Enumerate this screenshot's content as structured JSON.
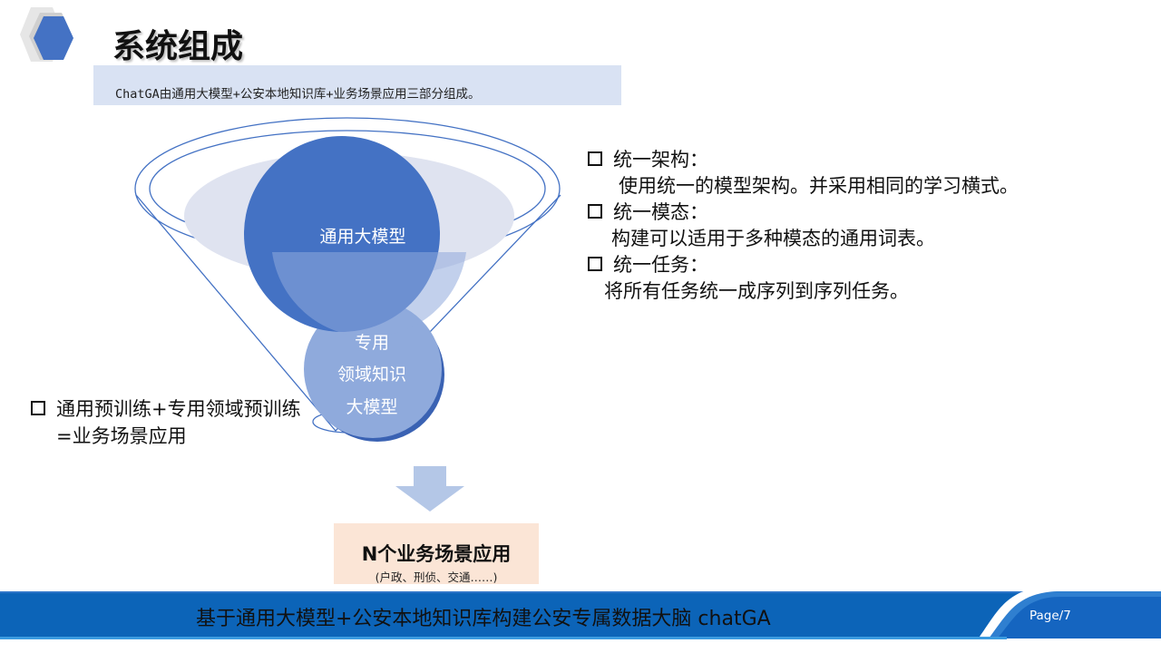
{
  "header": {
    "title": "系统组成",
    "subtitle": "ChatGA由通用大模型+公安本地知识库+业务场景应用三部分组成。"
  },
  "funnel": {
    "top_label": "通用大模型",
    "bottom_label_lines": [
      "专用",
      "领域知识",
      "大模型"
    ]
  },
  "right_list": [
    {
      "title": "统一架构：",
      "desc": "使用统一的模型架构。并采用相同的学习横式。"
    },
    {
      "title": "统一模态：",
      "desc": "构建可以适用于多种模态的通用词表。"
    },
    {
      "title": "统一任务：",
      "desc": "将所有任务统一成序列到序列任务。"
    }
  ],
  "left_bullet": {
    "line1": "通用预训练+专用领域预训练",
    "line2": "=业务场景应用"
  },
  "result_box": {
    "title": "N个业务场景应用",
    "subtitle": "(户政、刑侦、交通……)"
  },
  "footer": {
    "text": "基于通用大模型+公安本地知识库构建公安专属数据大脑  chatGA",
    "page": "Page/7"
  },
  "colors": {
    "accent_blue": "#4472c4",
    "dark_blue": "#0070c0",
    "footer_blue": "#1f5fb4",
    "subtitle_bg": "#d9e2f3",
    "result_bg": "#fbe5d6"
  }
}
